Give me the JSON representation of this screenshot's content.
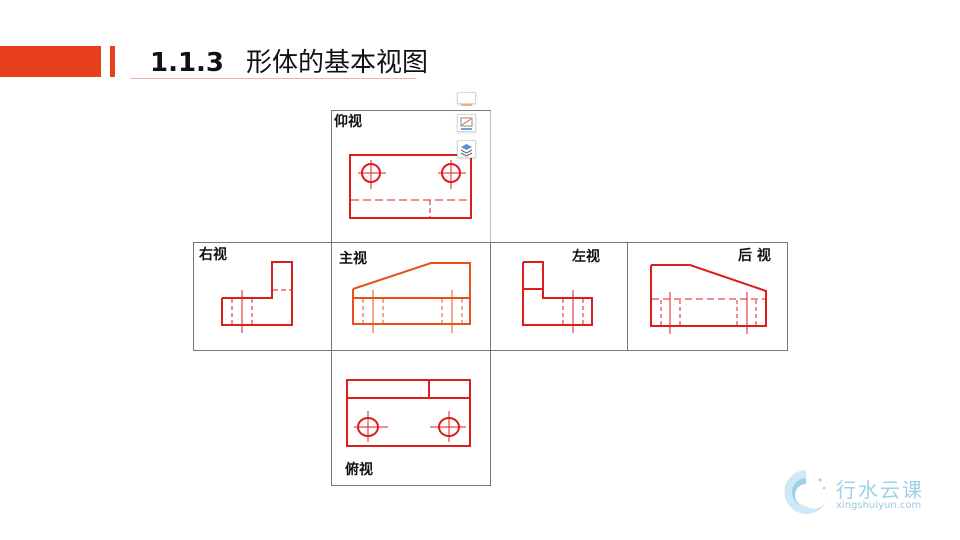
{
  "header": {
    "section_number": "1.1.3",
    "title": "形体的基本视图",
    "accent_color": "#e8401c"
  },
  "views": {
    "bottom_up": "仰视",
    "right": "右视",
    "front": "主视",
    "left": "左视",
    "back": "后 视",
    "top": "俯视"
  },
  "toolbar": {
    "icons": [
      "minimize-icon",
      "chart-icon",
      "layers-icon"
    ]
  },
  "watermark": {
    "name": "行水云课",
    "url": "xingshuiyun.com"
  },
  "colors": {
    "line": "#dd1c1c",
    "front_line": "#e8501c"
  }
}
